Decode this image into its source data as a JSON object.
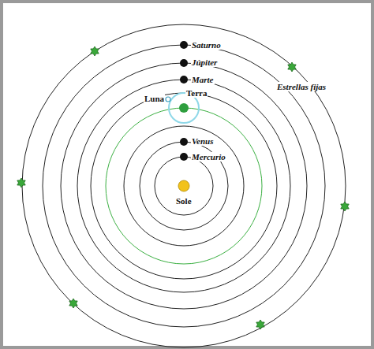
{
  "diagram": {
    "labels": [
      "Saturno",
      "Júpiter",
      "Marte",
      "Luna",
      "Terra",
      "Venus",
      "Mercurio",
      "Sole",
      "Estrellas fijas"
    ]
  }
}
